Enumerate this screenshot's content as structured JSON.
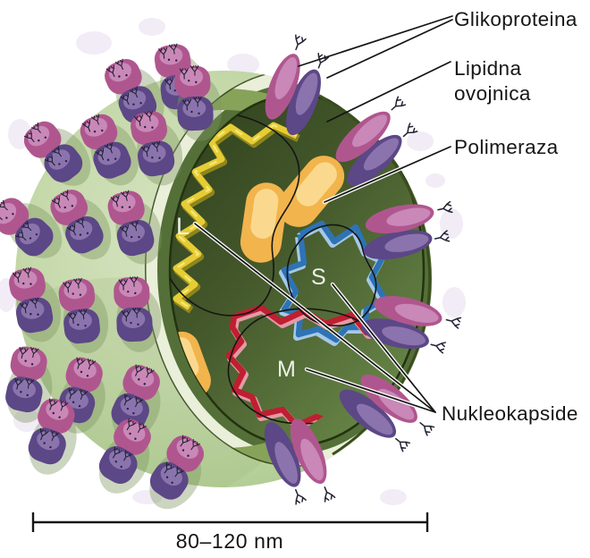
{
  "labels": {
    "glycoprotein": "Glikoproteina",
    "lipid_line1": "Lipidna",
    "lipid_line2": "ovojnica",
    "polymerase": "Polimeraza",
    "nucleocapsid": "Nukleokapside"
  },
  "segments": {
    "l": "L",
    "s": "S",
    "m": "M"
  },
  "scale_bar": {
    "label": "80–120 nm"
  },
  "palette": {
    "sphere": "#c3d7a4",
    "cream": "#e9efd9",
    "shell": "#87a35a",
    "wall": "#546f38",
    "interior_dark": "#2e3f1c",
    "interior_light": "#628043",
    "edge": "#3a4e1e",
    "magenta": "#b0568f",
    "magenta_light": "#c988b7",
    "purple": "#5c4787",
    "purple_light": "#8b74ad",
    "orange": "#f2b44c",
    "orange_light": "#fad98e",
    "yellow": "#e6cd35",
    "yellow_dark": "#8f851e",
    "blue": "#2e73b5",
    "blue_light": "#a5c8e6",
    "red": "#c01e31",
    "red_light": "#e39aa6",
    "line": "#141414",
    "letter": "#eef2e9",
    "ghost": "#efe9f4"
  }
}
